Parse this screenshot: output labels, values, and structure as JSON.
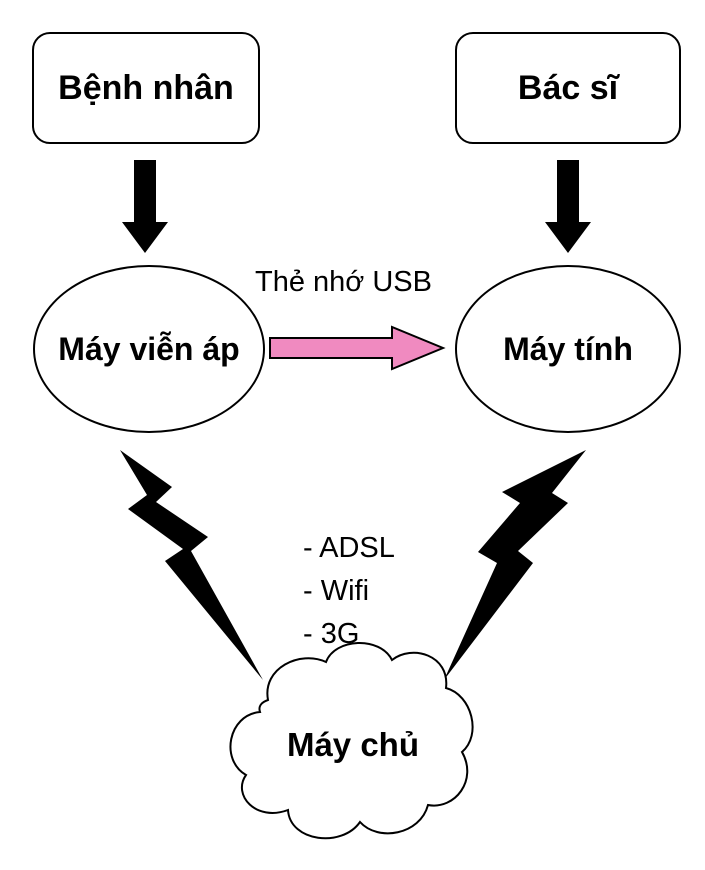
{
  "nodes": {
    "patient": "Bệnh nhân",
    "doctor": "Bác sĩ",
    "bp_monitor": "Máy viễn áp",
    "computer": "Máy tính",
    "server": "Máy chủ"
  },
  "usb_transfer": {
    "label": "Thẻ nhớ USB",
    "arrow_color": "#f08ac0"
  },
  "connections": [
    "- ADSL",
    "- Wifi",
    "- 3G"
  ]
}
